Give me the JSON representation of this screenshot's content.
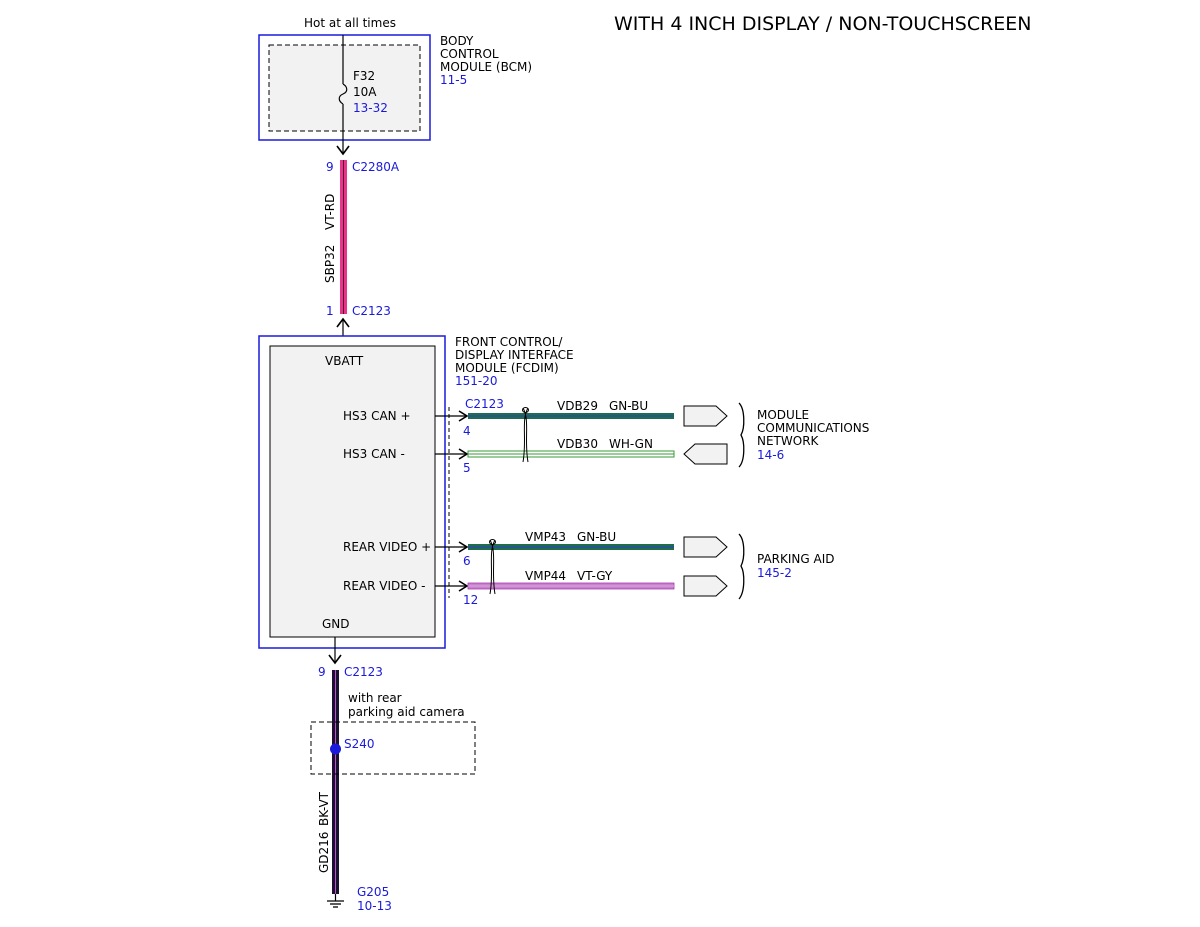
{
  "title": "WITH 4 INCH DISPLAY / NON-TOUCHSCREEN",
  "power_label": "Hot at all times",
  "bcm": {
    "name_lines": [
      "BODY",
      "CONTROL",
      "MODULE (BCM)"
    ],
    "ref": "11-5",
    "fuse_id": "F32",
    "fuse_rating": "10A",
    "fuse_ref": "13-32"
  },
  "c2280a": {
    "pin": "9",
    "name": "C2280A"
  },
  "wire_sbp32": {
    "circuit": "SBP32",
    "color": "VT-RD"
  },
  "c2123_in": {
    "pin": "1",
    "name": "C2123"
  },
  "fcdim": {
    "name_lines": [
      "FRONT CONTROL/",
      "DISPLAY INTERFACE",
      "MODULE (FCDIM)"
    ],
    "ref": "151-20",
    "vbatt": "VBATT",
    "gnd": "GND",
    "hs3_can_plus": "HS3 CAN +",
    "hs3_can_minus": "HS3 CAN -",
    "rear_video_plus": "REAR VIDEO +",
    "rear_video_minus": "REAR VIDEO -"
  },
  "signal_connector": "C2123",
  "signals": [
    {
      "pin": "4",
      "circuit": "VDB29",
      "color": "GN-BU"
    },
    {
      "pin": "5",
      "circuit": "VDB30",
      "color": "WH-GN"
    },
    {
      "pin": "6",
      "circuit": "VMP43",
      "color": "GN-BU"
    },
    {
      "pin": "12",
      "circuit": "VMP44",
      "color": "VT-GY"
    }
  ],
  "network": {
    "name_lines": [
      "MODULE",
      "COMMUNICATIONS",
      "NETWORK"
    ],
    "ref": "14-6"
  },
  "parking_aid": {
    "name": "PARKING AID",
    "ref": "145-2"
  },
  "c2123_gnd": {
    "pin": "9",
    "name": "C2123"
  },
  "option_note_lines": [
    "with rear",
    "parking aid camera"
  ],
  "splice": "S240",
  "wire_gd216": {
    "circuit": "GD216",
    "color": "BK-VT"
  },
  "ground": {
    "name": "G205",
    "ref": "10-13"
  },
  "colors": {
    "module_outline": "#1a1adb",
    "module_fill": "#f2f2f2",
    "ref_text": "#1a1adb",
    "wire_vt_rd": "#e8338a",
    "wire_gn_bu": "#1f6e4a",
    "wire_wh_gn": "#3a9a3a",
    "wire_vt_gy": "#c050c8",
    "wire_bk_vt": "#1a1030",
    "splice_dot": "#1a1adb"
  }
}
